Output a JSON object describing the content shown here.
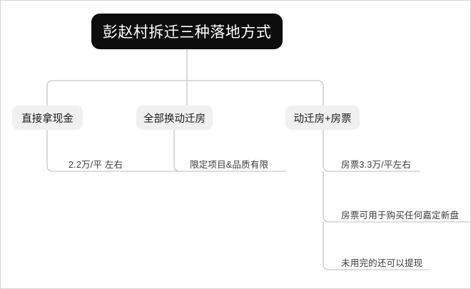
{
  "diagram": {
    "type": "tree",
    "orientation": "top-down",
    "title_node": {
      "label": "彭赵村拆迁三种落地方式",
      "fill": "#0d0d0d",
      "text_color": "#ffffff"
    },
    "branch_fill": "#f0f0f0",
    "branch_text_color": "#1b1b1b",
    "connector_color": "#bdbdbd",
    "background": "#ffffff",
    "branches": [
      {
        "label": "直接拿现金",
        "leaves": [
          {
            "label": "2.2万/平 左右"
          }
        ]
      },
      {
        "label": "全部换动迁房",
        "leaves": [
          {
            "label": "限定项目&品质有限"
          }
        ]
      },
      {
        "label": "动迁房+房票",
        "leaves": [
          {
            "label": "房票3.3万/平左右"
          },
          {
            "label": "房票可用于购买任何嘉定新盘"
          },
          {
            "label": "未用完的还可以提现"
          }
        ]
      }
    ]
  }
}
